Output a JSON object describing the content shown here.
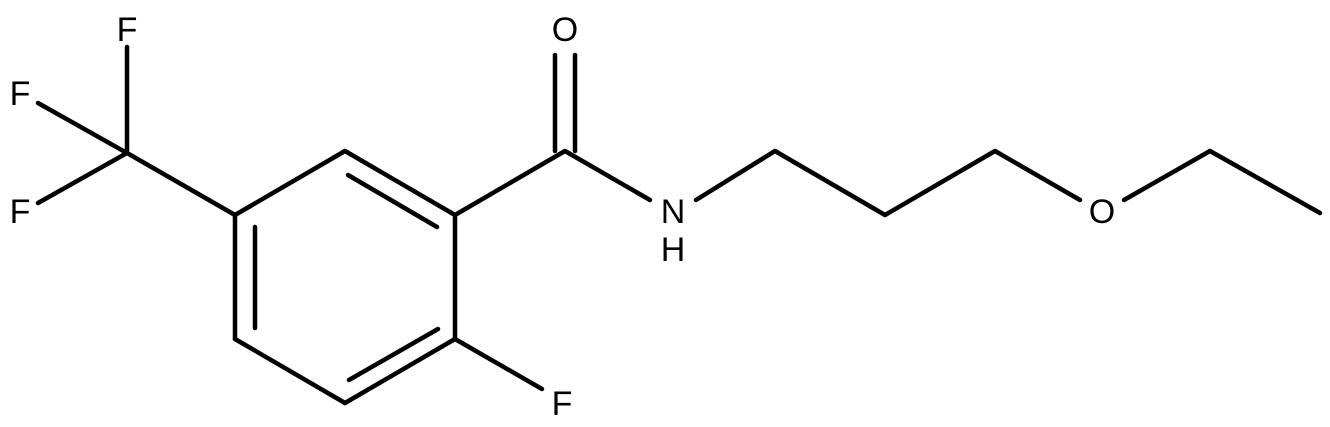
{
  "molecule": {
    "atoms": {
      "fluorine_top": "F",
      "fluorine_left": "F",
      "fluorine_bottom_left": "F",
      "fluorine_ring": "F",
      "carbonyl_oxygen": "O",
      "amide_nitrogen": "N",
      "amide_hydrogen": "H",
      "ether_oxygen": "O"
    }
  }
}
